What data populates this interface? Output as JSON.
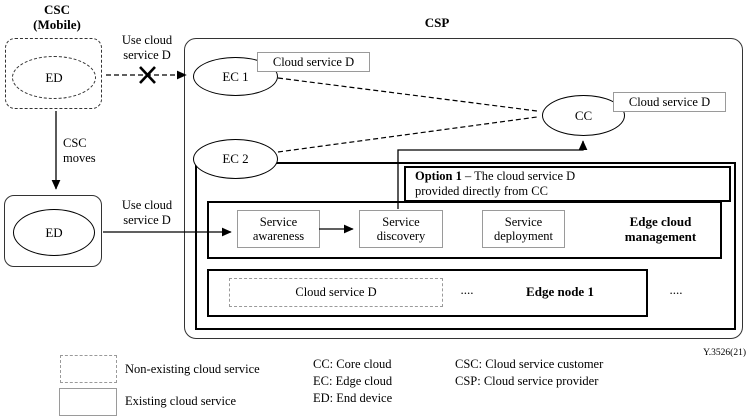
{
  "figure_id": "Y.3526(21)",
  "csc": {
    "title_line1": "CSC",
    "title_line2": "(Mobile)",
    "ed_mobile_label": "ED",
    "ed_fixed_label": "ED",
    "moves_line1": "CSC",
    "moves_line2": "moves",
    "use_cloud_line1": "Use cloud",
    "use_cloud_line2": "service D"
  },
  "csp": {
    "title": "CSP",
    "ec1_label": "EC 1",
    "ec2_label": "EC 2",
    "cc_label": "CC",
    "cloud_service_d_ec1": "Cloud service D",
    "cloud_service_d_cc": "Cloud service D",
    "option1": {
      "label_bold": "Option 1",
      "label_rest": " – The cloud service D",
      "label_line2": "provided directly from CC"
    },
    "edge_cloud_management": {
      "awareness_line1": "Service",
      "awareness_line2": "awareness",
      "discovery_line1": "Service",
      "discovery_line2": "discovery",
      "deployment_line1": "Service",
      "deployment_line2": "deployment",
      "label_line1": "Edge cloud",
      "label_line2": "management"
    },
    "edge_node": {
      "cloud_service_d": "Cloud service D",
      "dots_inside": "....",
      "label": "Edge node 1",
      "dots_outside": "...."
    }
  },
  "legend": {
    "non_existing": "Non-existing cloud service",
    "existing": "Existing cloud service",
    "abbrev_cc": "CC: Core cloud",
    "abbrev_ec": "EC: Edge cloud",
    "abbrev_ed": "ED: End device",
    "abbrev_csc": "CSC: Cloud service customer",
    "abbrev_csp": "CSP: Cloud service provider"
  },
  "colors": {
    "line": "#000000",
    "light_border": "#9a9a9a",
    "background": "#ffffff"
  }
}
